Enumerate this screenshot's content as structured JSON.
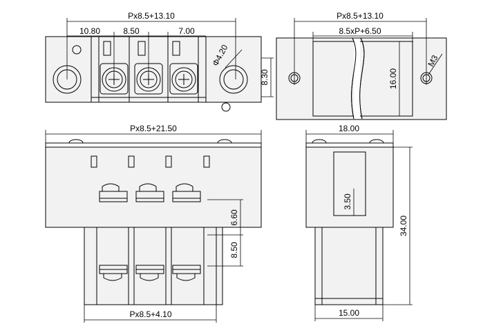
{
  "top_view": {
    "dim_overall": "Px8.5+13.10",
    "dim_left": "10.80",
    "dim_pitch": "8.50",
    "dim_right": "7.00",
    "dim_hole_dia": "Φ4.20",
    "dim_height": "8.30"
  },
  "side_view": {
    "dim_overall": "Px8.5+13.10",
    "dim_inner": "8.5xP+6.50",
    "dim_height": "16.00",
    "dim_thread": "M3"
  },
  "front_view": {
    "dim_overall": "Px8.5+21.50",
    "dim_upper": "6.60",
    "dim_lower": "8.50",
    "dim_bottom": "Px8.5+4.10"
  },
  "end_view": {
    "dim_width": "18.00",
    "dim_slot": "3.50",
    "dim_height": "34.00",
    "dim_bottom": "15.00"
  }
}
